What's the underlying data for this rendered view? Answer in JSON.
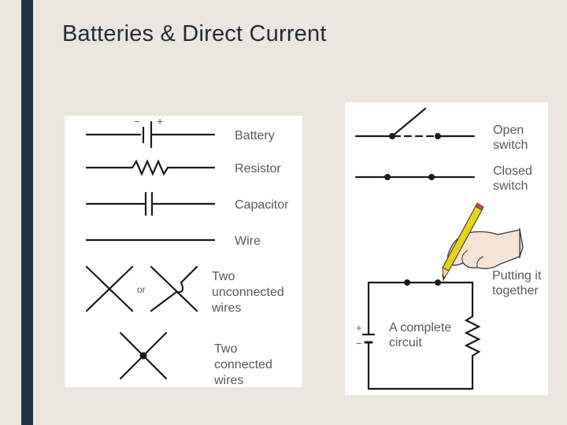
{
  "slide": {
    "title": "Batteries & Direct Current"
  },
  "symbols_panel": {
    "battery_minus": "−",
    "battery_plus": "+",
    "battery": "Battery",
    "resistor": "Resistor",
    "capacitor": "Capacitor",
    "wire": "Wire",
    "or": "or",
    "unconnected_line1": "Two",
    "unconnected_line2": "unconnected",
    "unconnected_line3": "wires",
    "connected_line1": "Two",
    "connected_line2": "connected",
    "connected_line3": "wires"
  },
  "circuit_panel": {
    "open_line1": "Open",
    "open_line2": "switch",
    "closed_line1": "Closed",
    "closed_line2": "switch",
    "putting_line1": "Putting it",
    "putting_line2": "together",
    "complete_line1": "A complete",
    "complete_line2": "circuit",
    "battery_plus": "+",
    "battery_minus": "−"
  },
  "colors": {
    "background": "#ebe6de",
    "accent_bar": "#1f3346",
    "line": "#1a1a1a",
    "label": "#5a5a5a",
    "pencil": "#e8d21f",
    "hand": "#f5e4d6"
  }
}
